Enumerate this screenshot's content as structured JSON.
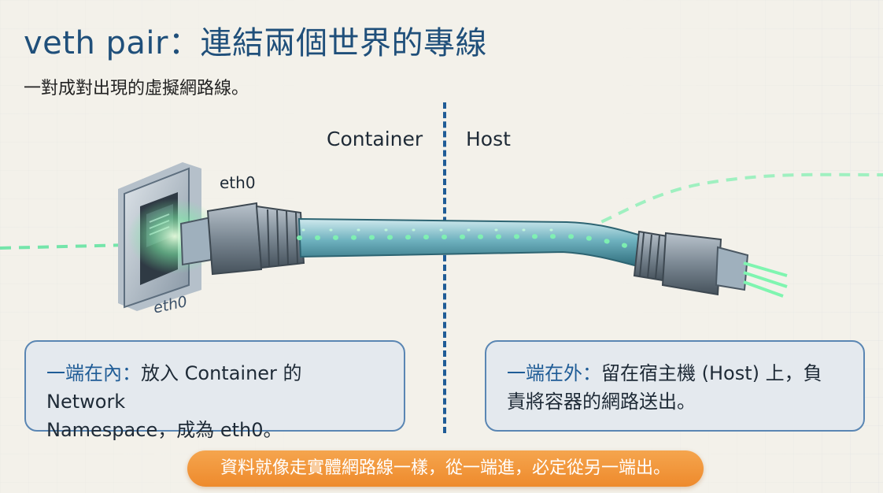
{
  "title": "veth pair：連結兩個世界的專線",
  "subtitle": "一對成對出現的虛擬網路線。",
  "labels": {
    "container": "Container",
    "host": "Host",
    "eth0_cable": "eth0",
    "eth0_port": "eth0"
  },
  "left_box": {
    "heading": "一端在內：",
    "text_line1": "放入 Container 的 Network",
    "text_line2": "Namespace，成為 eth0。"
  },
  "right_box": {
    "heading": "一端在外：",
    "text_line1": "留在宿主機 (Host) 上，負",
    "text_line2": "責將容器的網路送出。"
  },
  "banner": {
    "text": "資料就像走實體網路線一樣，從一端進，必定從另一端出。"
  },
  "colors": {
    "title": "#1f4f7a",
    "divider": "#1f5c96",
    "box_border": "#5a86b3",
    "banner": "#ee8a2c",
    "data_flow": "#5fe3a0"
  },
  "icons": [
    "ethernet-port-icon",
    "rj45-connector-icon",
    "network-cable-icon"
  ]
}
